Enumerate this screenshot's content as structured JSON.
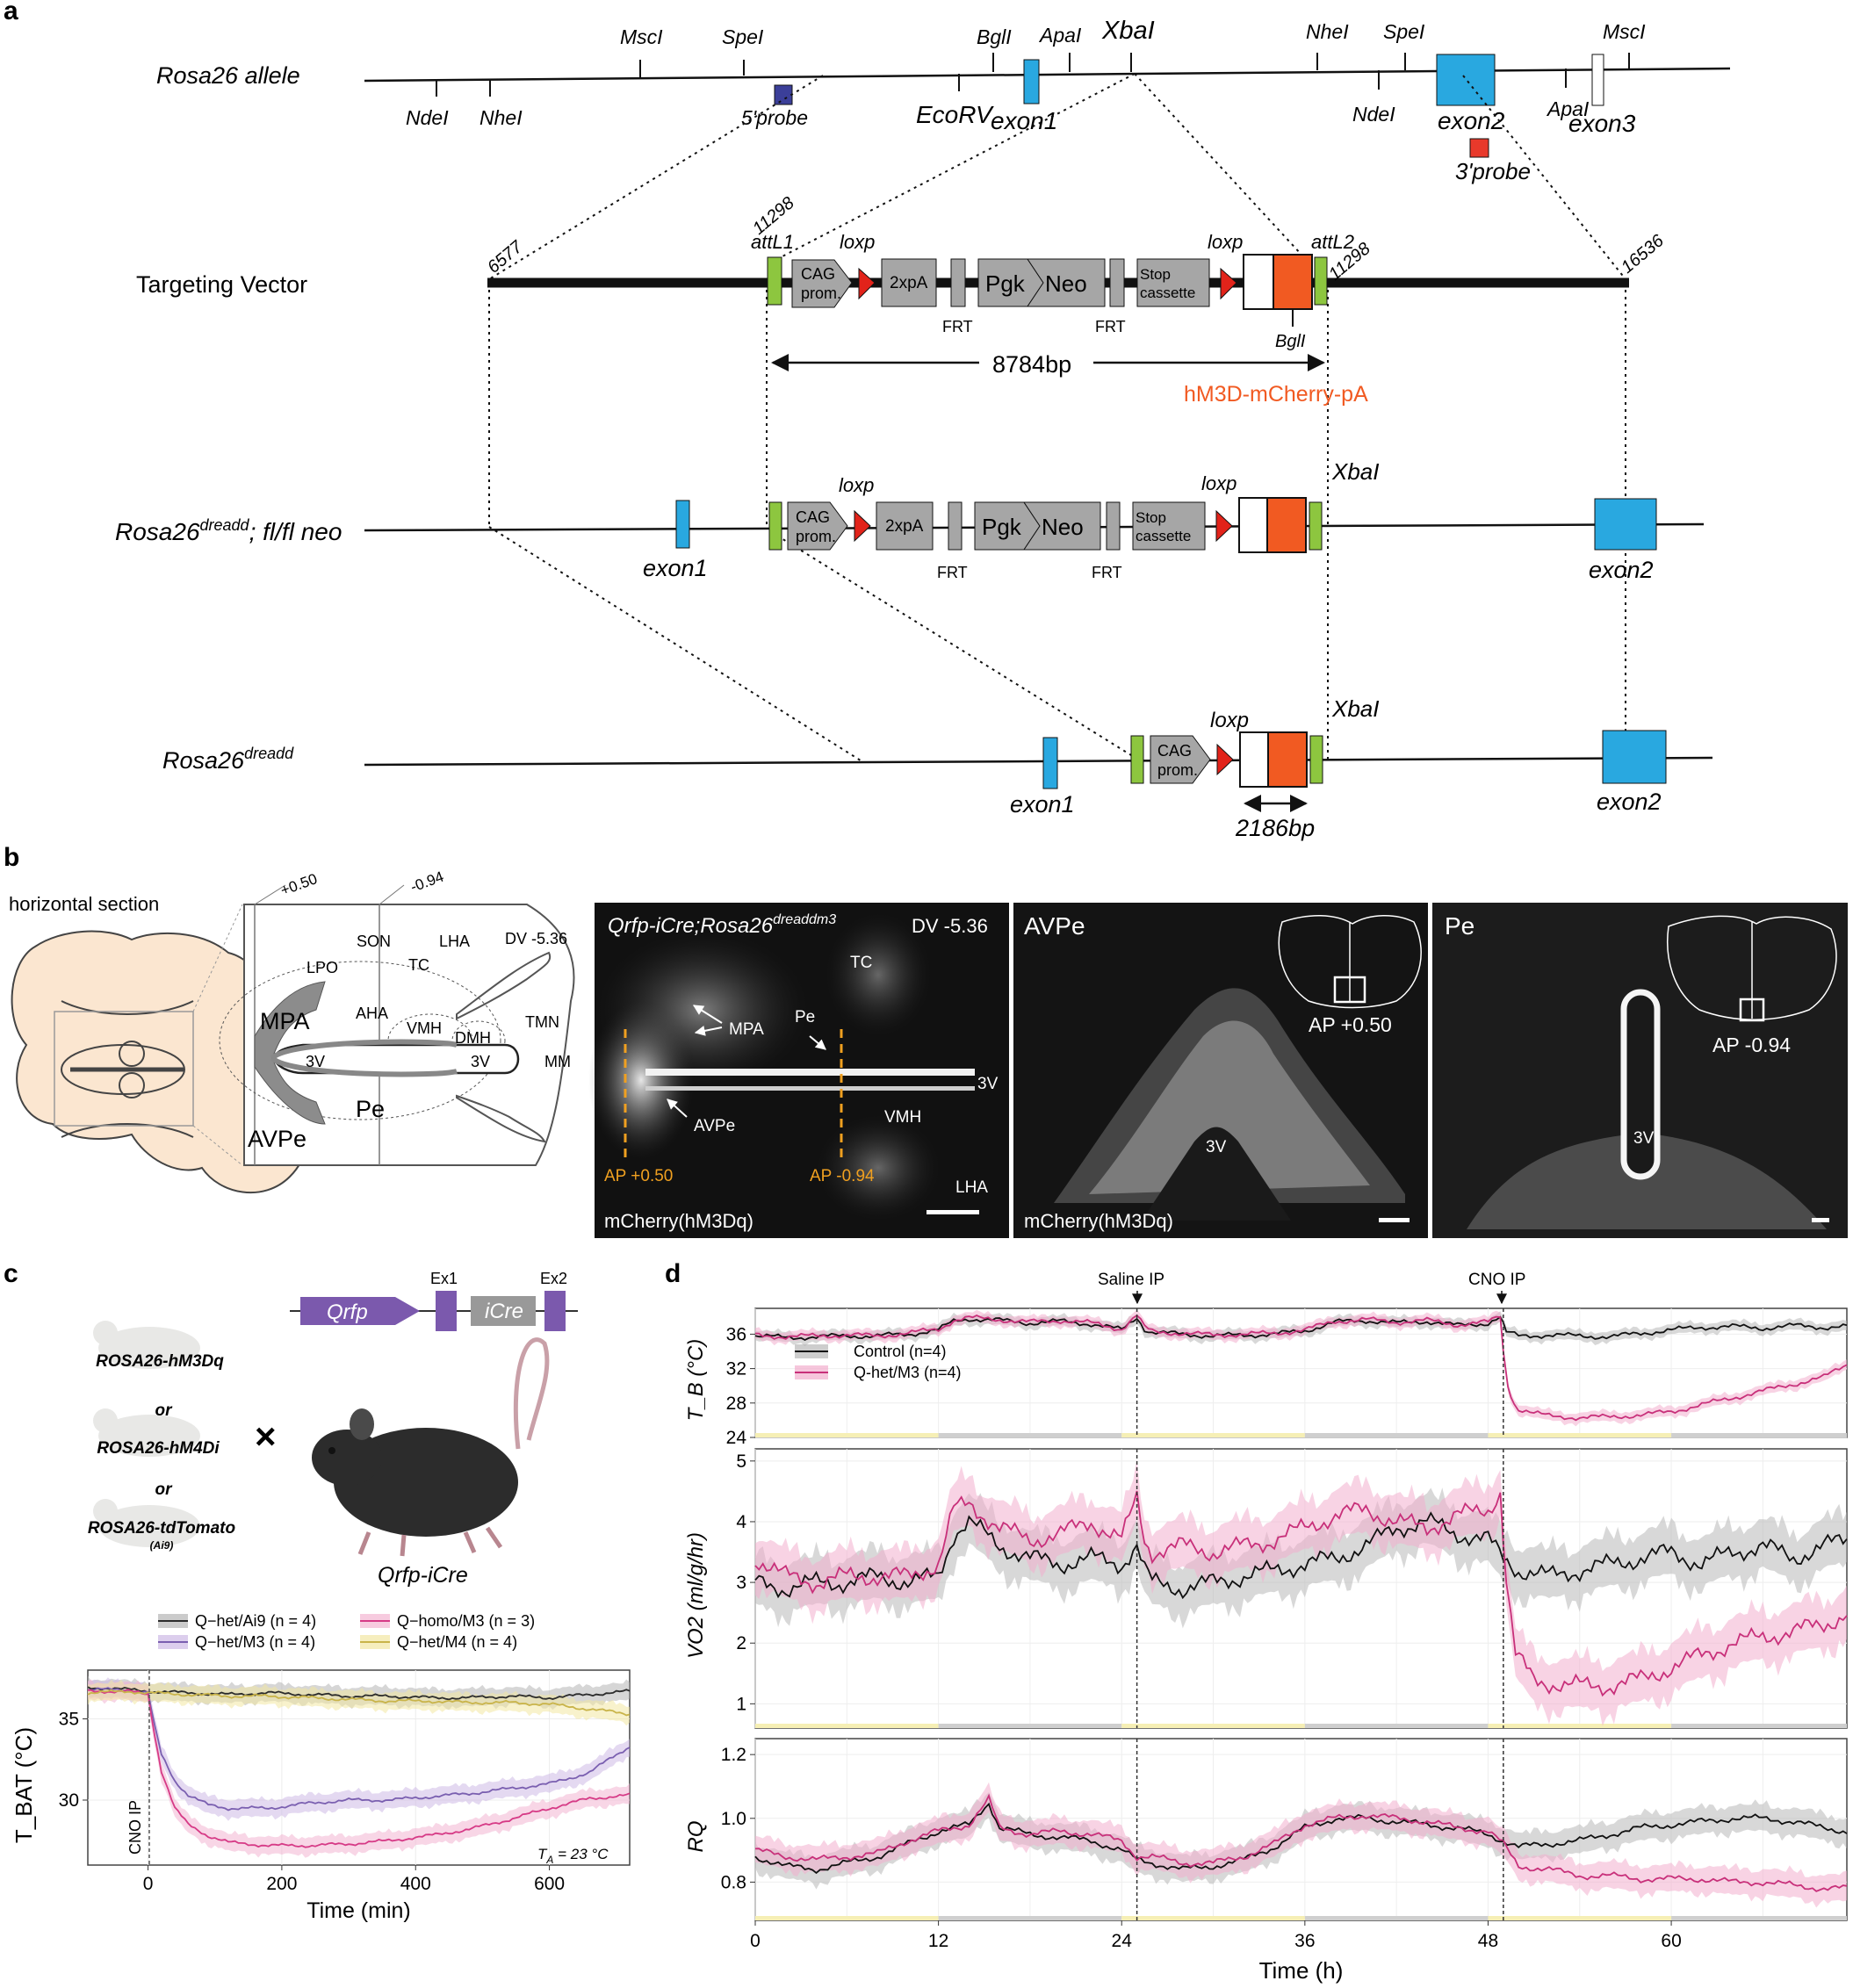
{
  "panel_a": {
    "label": "a",
    "row_labels": {
      "allele": "Rosa26 allele",
      "vector": "Targeting Vector",
      "neo_main": "Rosa26",
      "neo_sup": "dreadd",
      "neo_suffix": "; fl/fl neo",
      "final_main": "Rosa26",
      "final_sup": "dreadd"
    },
    "allele_sites_top": [
      "MscI",
      "SpeI",
      "BglI",
      "ApaI",
      "XbaI",
      "NheI",
      "SpeI",
      "MscI"
    ],
    "allele_sites_bottom": [
      "NdeI",
      "NheI",
      "EcoRV",
      "NdeI",
      "ApaI"
    ],
    "allele_features": [
      "5'probe",
      "exon1",
      "exon2",
      "exon3",
      "3'probe"
    ],
    "vector_coords": [
      "6577",
      "11298",
      "11298",
      "16536"
    ],
    "vector_elements": {
      "attL1": "attL1",
      "attL2": "attL2",
      "loxp": "loxp",
      "cag1": "CAG",
      "cag2": "prom.",
      "xpa": "2xpA",
      "pgk": "Pgk",
      "neo": "Neo",
      "stop1": "Stop",
      "stop2": "cassette",
      "frt": "FRT",
      "bgl": "BglI",
      "length": "8784bp",
      "cassette": "hM3D-mCherry-pA"
    },
    "neo_labels": {
      "exon1": "exon1",
      "exon2": "exon2",
      "xba": "XbaI"
    },
    "final_labels": {
      "exon1": "exon1",
      "exon2": "exon2",
      "xba": "XbaI",
      "length": "2186bp"
    },
    "colors": {
      "blue_exon": "#29a8e0",
      "green": "#8dc63f",
      "orange": "#f15a22",
      "red": "#e2231a",
      "probe_dark": "#3b3f99",
      "probe_red": "#e8392b",
      "grey_box": "#a6a6a6",
      "cassette_text": "#f15a22"
    }
  },
  "panel_b": {
    "label": "b",
    "section_title": "horizontal section",
    "atlas_levels": [
      "+0.50",
      "-0.94"
    ],
    "atlas_regions": [
      "SON",
      "LHA",
      "LPO",
      "TC",
      "DV -5.36",
      "MPA",
      "AHA",
      "VMH",
      "DMH",
      "TMN",
      "3V",
      "3V",
      "MM",
      "Pe",
      "AVPe"
    ],
    "img1": {
      "title_main": "Qrfp-iCre;Rosa26",
      "title_sup": "dreaddm3",
      "dv": "DV -5.36",
      "labels": [
        "TC",
        "MPA",
        "Pe",
        "3V",
        "AVPe",
        "VMH",
        "LHA"
      ],
      "ap_left": "AP +0.50",
      "ap_right": "AP -0.94",
      "caption": "mCherry(hM3Dq)"
    },
    "img2": {
      "title": "AVPe",
      "ap": "AP +0.50",
      "v3": "3V",
      "caption": "mCherry(hM3Dq)"
    },
    "img3": {
      "title": "Pe",
      "ap": "AP -0.94",
      "v3": "3V"
    }
  },
  "panel_c": {
    "label": "c",
    "lines": [
      "ROSA26-hM3Dq",
      "or",
      "ROSA26-hM4Di",
      "or",
      "ROSA26-tdTomato",
      "(Ai9)"
    ],
    "cross": "×",
    "construct": {
      "qrfp": "Qrfp",
      "ex1": "Ex1",
      "icre": "iCre",
      "ex2": "Ex2"
    },
    "mouse_label": "Qrfp-iCre",
    "annotation_ip": "CNO IP",
    "annotation_ta_main": "T",
    "annotation_ta_sub": "A",
    "annotation_ta_rest": " = 23 °C"
  },
  "panel_d": {
    "label": "d",
    "events": [
      "Saline IP",
      "CNO IP"
    ]
  },
  "chart_data": [
    {
      "type": "line",
      "panel": "c",
      "xlabel": "Time (min)",
      "ylabel": "T_BAT (°C)",
      "xlim": [
        -90,
        720
      ],
      "ylim": [
        26,
        38
      ],
      "xticks": [
        0,
        200,
        400,
        600
      ],
      "yticks": [
        30,
        35
      ],
      "legend": "top",
      "series": [
        {
          "name": "Q−het/Ai9 (n = 4)",
          "color": "#2b2b2b",
          "band": "#b5b5b5",
          "x": [
            -90,
            -60,
            -30,
            0,
            60,
            120,
            180,
            240,
            300,
            360,
            420,
            480,
            540,
            600,
            660,
            720
          ],
          "y": [
            36.9,
            36.9,
            36.8,
            36.7,
            36.6,
            36.5,
            36.6,
            36.5,
            36.4,
            36.4,
            36.3,
            36.3,
            36.4,
            36.3,
            36.5,
            36.7
          ]
        },
        {
          "name": "Q−het/M3 (n = 4)",
          "color": "#7a5fb0",
          "band": "#cdb9e6",
          "x": [
            -90,
            -30,
            0,
            10,
            20,
            40,
            60,
            90,
            120,
            180,
            240,
            300,
            360,
            420,
            480,
            540,
            600,
            660,
            700,
            720
          ],
          "y": [
            36.8,
            36.8,
            36.6,
            34.5,
            32.8,
            31.2,
            30.3,
            29.7,
            29.5,
            29.5,
            29.8,
            30.0,
            30.0,
            30.2,
            30.4,
            30.7,
            31.0,
            31.7,
            32.8,
            33.3
          ]
        },
        {
          "name": "Q−homo/M3 (n = 3)",
          "color": "#d63a86",
          "band": "#f3b5d2",
          "x": [
            -90,
            -30,
            0,
            10,
            20,
            40,
            60,
            90,
            120,
            180,
            240,
            300,
            360,
            420,
            480,
            540,
            600,
            660,
            720
          ],
          "y": [
            36.7,
            36.7,
            36.5,
            34.0,
            31.8,
            29.5,
            28.5,
            27.8,
            27.4,
            27.2,
            27.2,
            27.3,
            27.5,
            27.8,
            28.2,
            28.8,
            29.5,
            30.1,
            30.3
          ]
        },
        {
          "name": "Q−het/M4 (n = 4)",
          "color": "#c9b44a",
          "band": "#f2e7a3",
          "x": [
            -90,
            -30,
            0,
            60,
            120,
            180,
            240,
            300,
            360,
            420,
            480,
            540,
            600,
            660,
            720
          ],
          "y": [
            36.6,
            36.7,
            36.6,
            36.5,
            36.4,
            36.4,
            36.3,
            36.2,
            36.1,
            36.1,
            36.0,
            36.0,
            35.9,
            35.6,
            35.3
          ]
        }
      ]
    },
    {
      "type": "line",
      "panel": "d",
      "xlabel": "Time (h)",
      "xlim": [
        0,
        71.5
      ],
      "xticks": [
        0,
        12,
        24,
        36,
        48,
        60
      ],
      "events_x": [
        25,
        49
      ],
      "legend": "inside-left (top subplot)",
      "subplots": [
        {
          "ylabel": "T_B (°C)",
          "ylim": [
            24,
            39
          ],
          "yticks": [
            24,
            28,
            32,
            36
          ],
          "series": [
            {
              "name": "Control (n=4)",
              "color": "#111111",
              "band": "#b8b8b8",
              "x": [
                0,
                2,
                4,
                6,
                8,
                10,
                12,
                13,
                14,
                16,
                18,
                20,
                22,
                24,
                25,
                25.5,
                26,
                28,
                30,
                32,
                34,
                36,
                38,
                40,
                42,
                44,
                46,
                48,
                48.8,
                49.2,
                50,
                52,
                54,
                56,
                58,
                60,
                62,
                64,
                66,
                68,
                70,
                71.5
              ],
              "y": [
                35.8,
                35.6,
                35.7,
                35.8,
                35.8,
                36.0,
                36.5,
                37.5,
                37.8,
                37.6,
                37.3,
                37.5,
                37.2,
                36.5,
                38.0,
                36.6,
                36.2,
                36.0,
                35.8,
                35.9,
                36.0,
                36.4,
                37.4,
                37.6,
                37.3,
                37.5,
                37.0,
                37.3,
                38.0,
                36.2,
                35.8,
                35.9,
                35.8,
                35.7,
                36.1,
                36.5,
                36.8,
                36.9,
                36.7,
                37.0,
                36.8,
                36.9
              ]
            },
            {
              "name": "Q-het/M3 (n=4)",
              "color": "#c8307a",
              "band": "#f2aecd",
              "x": [
                0,
                2,
                4,
                6,
                8,
                10,
                12,
                13,
                14,
                16,
                18,
                20,
                22,
                24,
                25,
                25.5,
                26,
                28,
                30,
                32,
                34,
                36,
                38,
                40,
                42,
                44,
                46,
                48,
                48.8,
                49,
                49.3,
                49.7,
                50,
                51,
                52,
                54,
                56,
                58,
                60,
                62,
                64,
                66,
                68,
                70,
                71.5
              ],
              "y": [
                35.9,
                35.7,
                35.8,
                35.9,
                35.8,
                36.1,
                36.6,
                37.6,
                37.9,
                37.7,
                37.4,
                37.6,
                37.3,
                36.6,
                38.2,
                36.8,
                36.3,
                36.1,
                35.9,
                36.0,
                36.1,
                36.5,
                37.5,
                37.7,
                37.4,
                37.6,
                37.1,
                37.4,
                38.1,
                34.0,
                30.0,
                28.0,
                27.3,
                26.8,
                26.5,
                26.3,
                26.4,
                26.6,
                27.0,
                27.8,
                28.6,
                29.4,
                30.2,
                31.0,
                32.5
              ]
            }
          ]
        },
        {
          "ylabel": "VO2 (ml/g/hr)",
          "ylim": [
            0.6,
            5.2
          ],
          "yticks": [
            1,
            2,
            3,
            4,
            5
          ],
          "series": [
            {
              "name": "Control (n=4)",
              "color": "#111111",
              "band": "#b8b8b8",
              "x": [
                0,
                2,
                4,
                6,
                8,
                10,
                12,
                13,
                14,
                16,
                18,
                20,
                22,
                24,
                25,
                25.5,
                26,
                28,
                30,
                32,
                34,
                36,
                38,
                40,
                42,
                44,
                46,
                48,
                49,
                50,
                52,
                54,
                56,
                58,
                60,
                62,
                64,
                66,
                68,
                70,
                71.5
              ],
              "y": [
                3.0,
                2.9,
                3.0,
                3.0,
                3.1,
                3.0,
                3.1,
                3.8,
                4.0,
                3.6,
                3.4,
                3.3,
                3.4,
                3.3,
                3.6,
                3.2,
                3.0,
                2.9,
                3.0,
                3.1,
                3.2,
                3.3,
                3.4,
                3.6,
                3.9,
                4.0,
                3.8,
                3.7,
                3.4,
                3.2,
                3.1,
                3.2,
                3.3,
                3.4,
                3.5,
                3.3,
                3.5,
                3.6,
                3.4,
                3.6,
                3.7
              ]
            },
            {
              "name": "Q-het/M3 (n=4)",
              "color": "#c8307a",
              "band": "#f2aecd",
              "x": [
                0,
                2,
                4,
                6,
                8,
                10,
                12,
                13,
                14,
                16,
                18,
                20,
                22,
                24,
                25,
                25.5,
                26,
                28,
                30,
                32,
                34,
                36,
                38,
                40,
                42,
                44,
                46,
                48,
                48.8,
                49.2,
                49.8,
                51,
                53,
                56,
                58,
                60,
                62,
                64,
                66,
                68,
                70,
                71.5
              ],
              "y": [
                3.4,
                3.1,
                3.0,
                3.1,
                3.1,
                3.1,
                3.3,
                4.2,
                4.3,
                3.9,
                3.7,
                3.8,
                4.0,
                3.7,
                4.4,
                3.7,
                3.5,
                3.6,
                3.5,
                3.6,
                3.7,
                3.9,
                4.1,
                4.2,
                4.0,
                3.9,
                4.1,
                4.2,
                4.5,
                3.0,
                1.8,
                1.4,
                1.3,
                1.3,
                1.4,
                1.6,
                1.8,
                2.0,
                2.1,
                2.2,
                2.3,
                2.5
              ]
            }
          ]
        },
        {
          "ylabel": "RQ",
          "ylim": [
            0.68,
            1.25
          ],
          "yticks": [
            0.8,
            1.0,
            1.2
          ],
          "series": [
            {
              "name": "Control (n=4)",
              "color": "#111111",
              "band": "#b8b8b8",
              "x": [
                0,
                2,
                4,
                6,
                8,
                10,
                12,
                14,
                15.3,
                16,
                18,
                20,
                22,
                24,
                25,
                26,
                28,
                30,
                32,
                34,
                36,
                38,
                40,
                42,
                44,
                46,
                48,
                49,
                50,
                52,
                54,
                56,
                58,
                60,
                62,
                64,
                66,
                68,
                70,
                71.5
              ],
              "y": [
                0.88,
                0.85,
                0.84,
                0.86,
                0.88,
                0.92,
                0.96,
                0.98,
                1.05,
                0.97,
                0.95,
                0.94,
                0.93,
                0.9,
                0.87,
                0.86,
                0.84,
                0.85,
                0.87,
                0.91,
                0.97,
                1.0,
                1.0,
                0.99,
                0.98,
                0.97,
                0.95,
                0.93,
                0.91,
                0.92,
                0.93,
                0.95,
                0.97,
                0.98,
                0.99,
                1.0,
                1.0,
                0.99,
                0.97,
                0.96
              ]
            },
            {
              "name": "Q-het/M3 (n=4)",
              "color": "#c8307a",
              "band": "#f2aecd",
              "x": [
                0,
                2,
                4,
                6,
                8,
                10,
                12,
                14,
                15.3,
                16,
                18,
                20,
                22,
                24,
                25,
                26,
                28,
                30,
                32,
                34,
                36,
                38,
                40,
                42,
                44,
                46,
                48,
                49,
                50,
                52,
                54,
                56,
                58,
                60,
                62,
                64,
                66,
                68,
                70,
                71.5
              ],
              "y": [
                0.9,
                0.88,
                0.87,
                0.88,
                0.89,
                0.93,
                0.96,
                0.98,
                1.06,
                0.97,
                0.95,
                0.96,
                0.95,
                0.93,
                0.88,
                0.88,
                0.86,
                0.86,
                0.88,
                0.92,
                0.98,
                1.0,
                1.01,
                1.0,
                0.99,
                0.97,
                0.96,
                0.92,
                0.85,
                0.84,
                0.82,
                0.82,
                0.81,
                0.81,
                0.81,
                0.8,
                0.8,
                0.79,
                0.78,
                0.78
              ]
            }
          ]
        }
      ]
    }
  ]
}
